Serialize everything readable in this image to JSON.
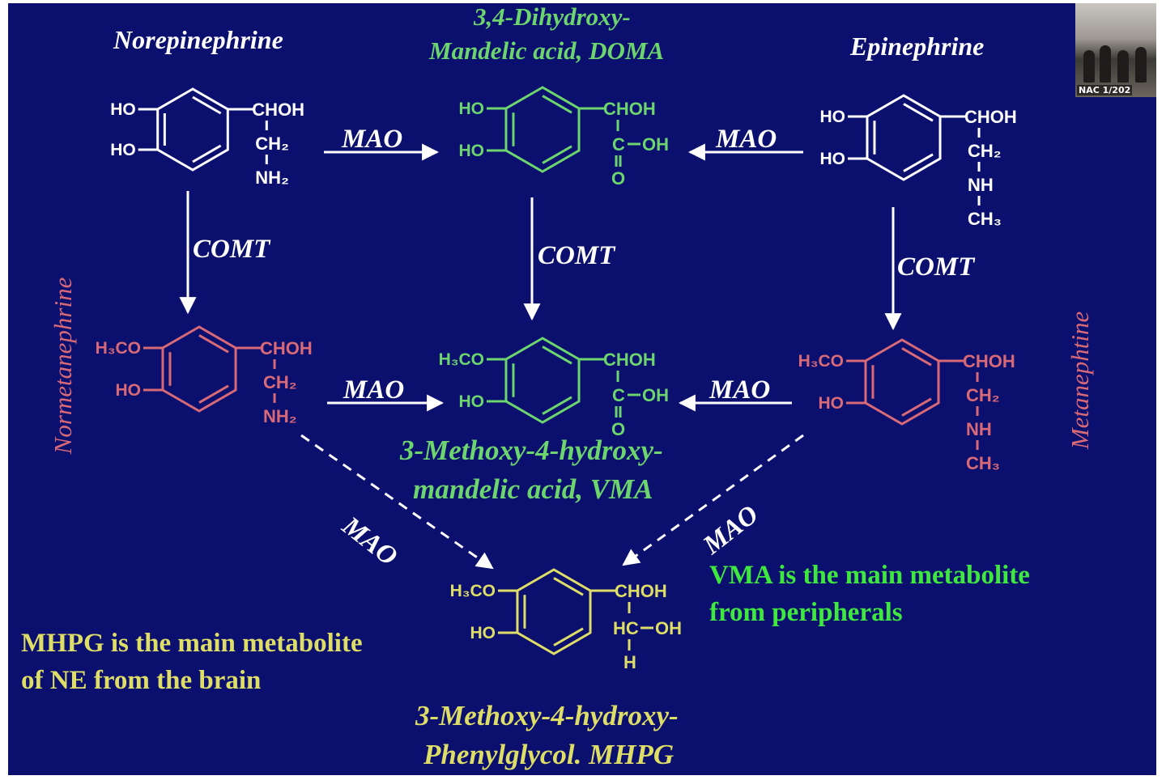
{
  "compounds": {
    "norepinephrine": {
      "name": "Norepinephrine",
      "ring": [
        "HO",
        "HO"
      ],
      "side": [
        "CHOH",
        "CH₂",
        "NH₂"
      ]
    },
    "doma": {
      "name_line1": "3,4-Dihydroxy-",
      "name_line2": "Mandelic acid, DOMA",
      "ring": [
        "HO",
        "HO"
      ],
      "side": [
        "CHOH",
        "C",
        "OH",
        "O"
      ]
    },
    "epinephrine": {
      "name": "Epinephrine",
      "ring": [
        "HO",
        "HO"
      ],
      "side": [
        "CHOH",
        "CH₂",
        "NH",
        "CH₃"
      ]
    },
    "normetanephrine": {
      "name": "Normetanephrine",
      "ring": [
        "H₃CO",
        "HO"
      ],
      "side": [
        "CHOH",
        "CH₂",
        "NH₂"
      ]
    },
    "vma": {
      "name_line1": "3-Methoxy-4-hydroxy-",
      "name_line2": "mandelic acid, VMA",
      "ring": [
        "H₃CO",
        "HO"
      ],
      "side": [
        "CHOH",
        "C",
        "OH",
        "O"
      ]
    },
    "metanephrine": {
      "name": "Metanephtine",
      "ring": [
        "H₃CO",
        "HO"
      ],
      "side": [
        "CHOH",
        "CH₂",
        "NH",
        "CH₃"
      ]
    },
    "mhpg": {
      "name_line1": "3-Methoxy-4-hydroxy-",
      "name_line2": "Phenylglycol. MHPG",
      "ring": [
        "H₃CO",
        "HO"
      ],
      "side": [
        "CHOH",
        "HC",
        "OH",
        "H"
      ]
    }
  },
  "enzymes": {
    "mao": "MAO",
    "comt": "COMT"
  },
  "notes": {
    "mhpg_line1": "MHPG is the main metabolite",
    "mhpg_line2": "of NE from the brain",
    "vma_line1": "VMA is the main metabolite",
    "vma_line2": "from peripherals"
  },
  "webcam": {
    "tag": "NAC 1/202"
  },
  "colors": {
    "background": "#0b0f6e",
    "white": "#ffffff",
    "green": "#6dd56d",
    "red": "#d86a78",
    "yellow": "#dede66"
  }
}
